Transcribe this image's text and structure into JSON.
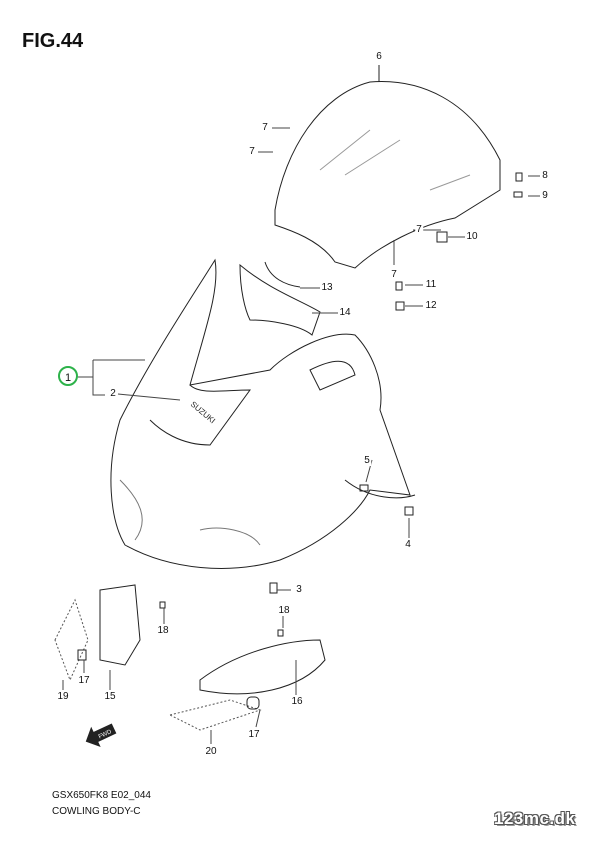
{
  "figure": {
    "title": "FIG.44"
  },
  "callouts": {
    "c1": "1",
    "c2": "2",
    "c3": "3",
    "c4": "4",
    "c5": "5",
    "c6": "6",
    "c7a": "7",
    "c7b": "7",
    "c7c": "7",
    "c7d": "7",
    "c8": "8",
    "c9": "9",
    "c10": "10",
    "c11": "11",
    "c12": "12",
    "c13": "13",
    "c14": "14",
    "c15": "15",
    "c16": "16",
    "c17a": "17",
    "c17b": "17",
    "c18a": "18",
    "c18b": "18",
    "c19": "19",
    "c20": "20"
  },
  "decal_text": "SUZUKI",
  "fwd_arrow_text": "FWD",
  "footer": {
    "model_code": "GSX650FK8 E02_044",
    "section": "COWLING BODY-C"
  },
  "watermark": "123mc.dk",
  "colors": {
    "highlight_ring": "#2db24a"
  }
}
